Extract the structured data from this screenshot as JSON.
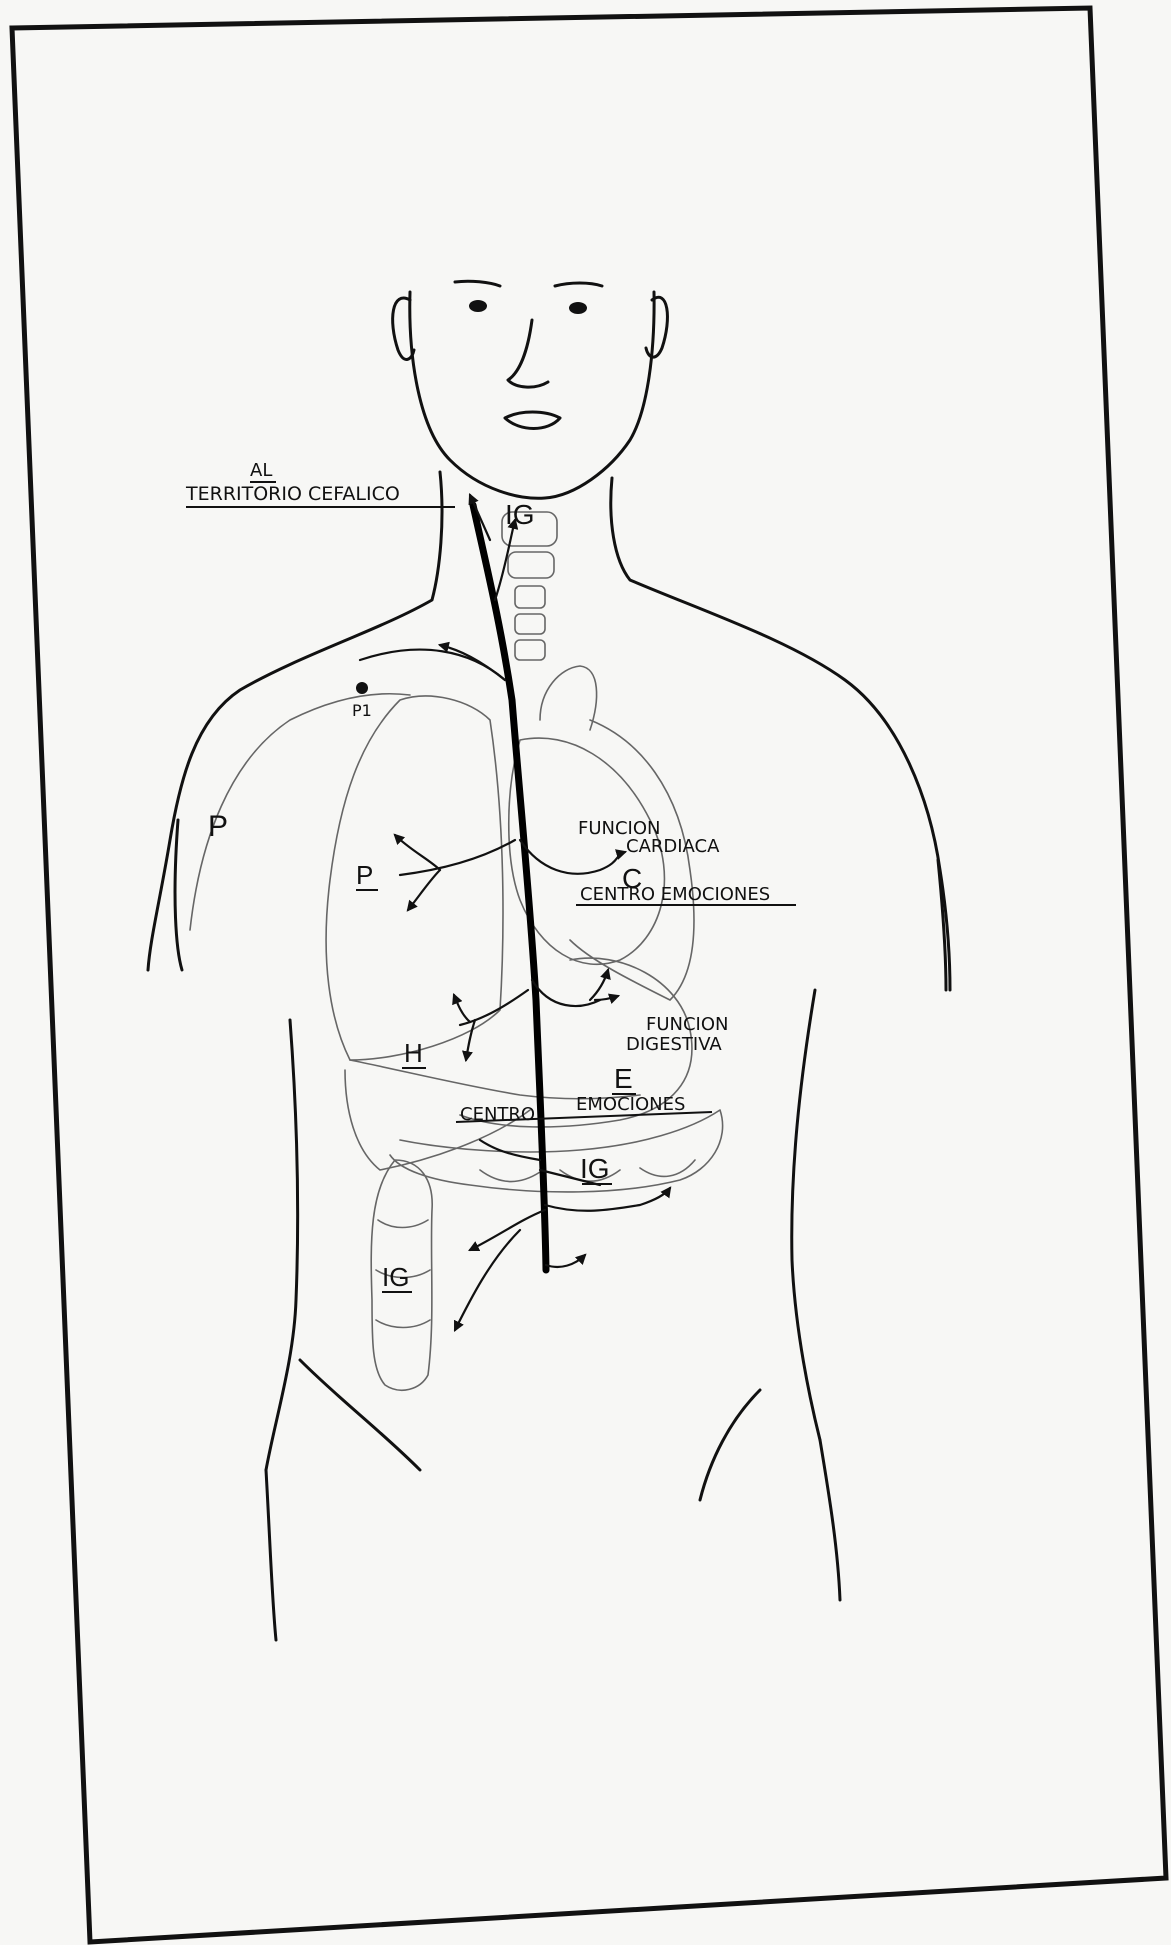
{
  "labels": {
    "al": "AL",
    "territorio_cefalico": "TERRITORIO  CEFALICO",
    "ig_neck": "IG",
    "p1": "P1",
    "p_shoulder": "P",
    "p_lung": "P",
    "funcion_cardiaca_1": "FUNCION",
    "funcion_cardiaca_2": "CARDIACA",
    "c": "C",
    "centro_emociones_heart": "CENTRO EMOCIONES",
    "funcion_digestiva_1": "FUNCION",
    "funcion_digestiva_2": "DIGESTIVA",
    "h": "H",
    "e": "E",
    "centro_emociones_stomach_1": "CENTRO",
    "centro_emociones_stomach_2": "EMOCIONES",
    "ig_colon_center": "IG",
    "ig_colon_left": "IG"
  },
  "colors": {
    "ink": "#111111",
    "organ": "#666666",
    "paper": "#f7f7f5"
  }
}
